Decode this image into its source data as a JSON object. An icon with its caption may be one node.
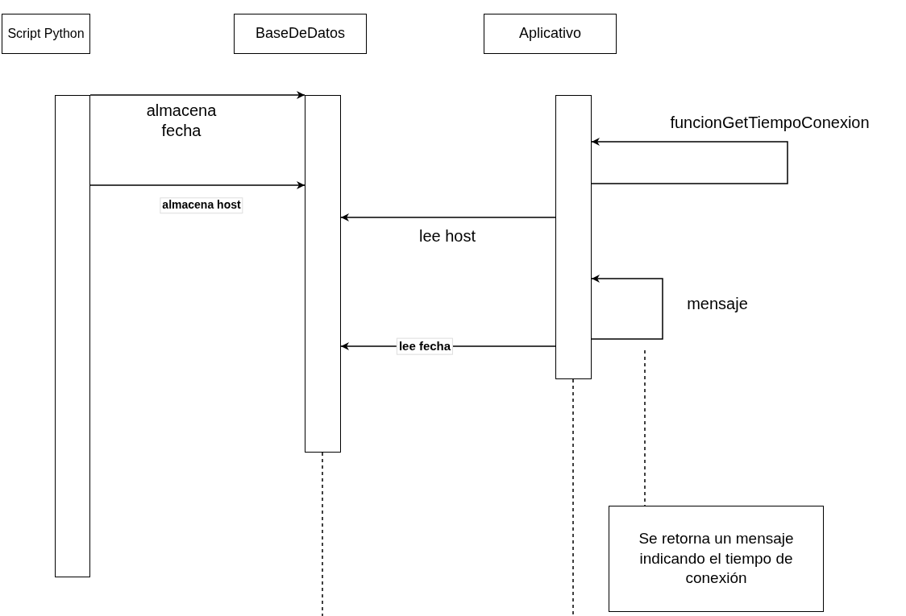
{
  "diagram": {
    "nodes": [
      {
        "text": [
          "Script Python"
        ]
      },
      {
        "text": [
          "BaseDeDatos"
        ]
      },
      {
        "text": [
          "Aplicativo"
        ]
      },
      {
        "text": [],
        "shape": "bar"
      },
      {
        "text": [],
        "shape": "bar"
      },
      {
        "text": [],
        "shape": "bar"
      },
      {
        "text": [
          "Se retorna un mensaje indicando el tiempo de conexión"
        ]
      }
    ],
    "edges": [
      {
        "from": 3,
        "to": 4,
        "arrow": "to",
        "label": "almacena fecha"
      },
      {
        "from": 3,
        "to": 4,
        "arrow": "to",
        "label": "almacena host"
      },
      {
        "from": 5,
        "to": 5,
        "arrow": "to",
        "label": "funcionGetTiempoConexion"
      },
      {
        "from": 5,
        "to": 4,
        "arrow": "to",
        "label": "lee host"
      },
      {
        "from": 5,
        "to": 5,
        "arrow": "to",
        "label": "mensaje"
      },
      {
        "from": 5,
        "to": 4,
        "arrow": "to",
        "label": "lee fecha"
      },
      {
        "from": 4,
        "to": null,
        "arrow": "none",
        "style": "dashed"
      },
      {
        "from": 5,
        "to": null,
        "arrow": "none",
        "style": "dashed"
      },
      {
        "from": null,
        "to": 6,
        "arrow": "none",
        "style": "dashed"
      }
    ]
  }
}
